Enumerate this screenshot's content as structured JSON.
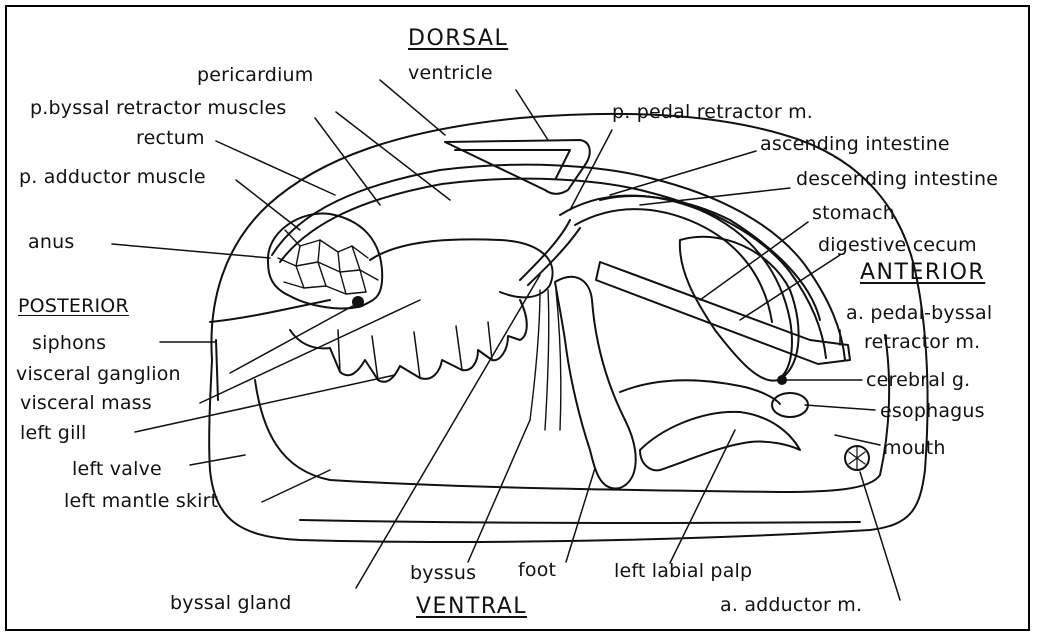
{
  "labels": {
    "dorsal": "DORSAL",
    "ventricle": "ventricle",
    "pericardium": "pericardium",
    "p_byssal_retractor": "p.byssal retractor muscles",
    "rectum": "rectum",
    "p_adductor": "p. adductor muscle",
    "anus": "anus",
    "posterior": "POSTERIOR",
    "siphons": "siphons",
    "visceral_ganglion": "visceral ganglion",
    "visceral_mass": "visceral mass",
    "left_gill": "left gill",
    "left_valve": "left valve",
    "left_mantle_skirt": "left mantle skirt",
    "byssal_gland": "byssal gland",
    "byssus": "byssus",
    "foot": "foot",
    "left_labial_palp": "left labial palp",
    "ventral": "VENTRAL",
    "a_adductor": "a. adductor m.",
    "mouth": "mouth",
    "esophagus": "esophagus",
    "cerebral_g": "cerebral g.",
    "a_pedal_byssal_1": "a. pedal-byssal",
    "a_pedal_byssal_2": "retractor m.",
    "anterior": "ANTERIOR",
    "digestive_cecum": "digestive cecum",
    "stomach": "stomach",
    "descending_intestine": "descending intestine",
    "ascending_intestine": "ascending intestine",
    "p_pedal_retractor": "p. pedal retractor m."
  },
  "colors": {
    "ink": "#111111",
    "background": "#ffffff"
  }
}
